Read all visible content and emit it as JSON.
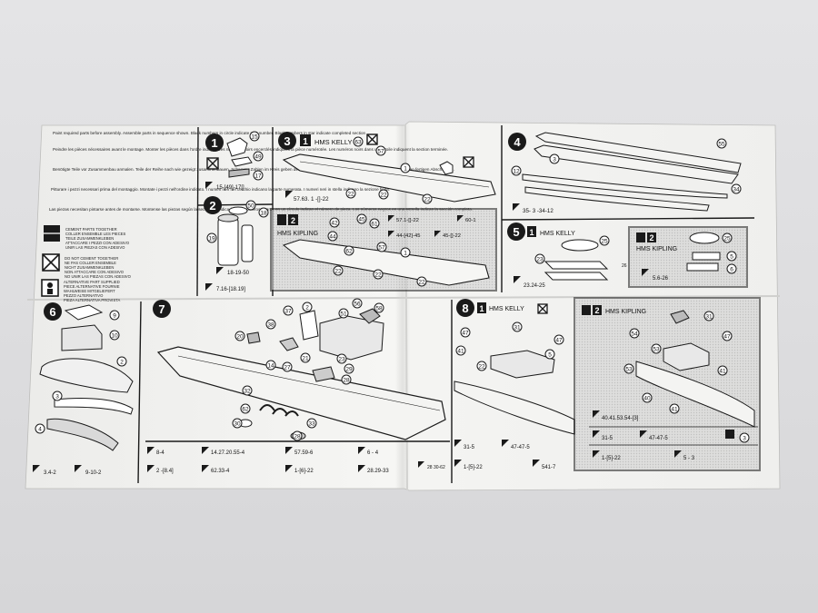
{
  "legend": {
    "intro_en": "Paint required parts before assembly. Assemble parts in sequence shown. Black numbers in circle indicate part number. Black numbers in star indicate completed section",
    "intro_fr": "Peindre les pièces nécessaires avant le montage. Monter les pièces dans l'ordre indiqué. Les numéros noirs encerclés indiquent la pièce numérotée. Les numéros noirs dans une étoile indiquent la section terminée.",
    "intro_de": "Benötigte Teile vor Zusammenbau anmalen. Teile der Reihe nach wie gezeigt zusammenbauen. Schwarze Zahlen im Kreis geben den nummerierten Teil an. Schwarze Zahlen im Stern bezeichnen fertigen Abschnitt an.",
    "intro_it": "Pitturare i pezzi necessari prima del montaggio. Montate i pezzi nell'ordine indicato. I numeri neri nel cerchio indicano la parte numerata. I numeri neri in stella indicano la sezione finita.",
    "intro_es": "Las piezas necesitan pintarse antes de montarse. Montense las piezas según la secuencia indicada. Los números negros en un círculo indican el número de pieza. Los números negros en una estrella indican la sección completa.",
    "cement_lines": [
      "CEMENT PARTS TOGETHER",
      "COLLER ENSEMBLE LES PIECES",
      "TEILE ZUSAMMENKLEBEN",
      "ATTACCARE I PEZZI CON ADESIVO",
      "UNIR LAS PIEZAS CON ADESIVO"
    ],
    "nocement_lines": [
      "DO NOT CEMENT TOGETHER",
      "NE PAS COLLER ENSEMBLE",
      "NICHT ZUSAMMENKLEBEN",
      "NON ATTACCARE CON ADESIVO",
      "NO UNIR LAS PIEZAS CON ADESIVO"
    ],
    "alt_lines": [
      "ALTERNATIVE PART SUPPLIED",
      "PIECE ALTERNATIVE FOURNIE",
      "WAHLWEISE MITGELIEFERT",
      "PEZZO ALTERNATIVO",
      "PIEZA ALTERNATIVA PROVISTA"
    ]
  },
  "steps": {
    "s1": {
      "num": "1",
      "callouts": [
        "15",
        "49",
        "17"
      ],
      "code": "15-[",
      "code_b": "49]-17[",
      "code_c": "]"
    },
    "s2": {
      "num": "2",
      "callouts": [
        "50",
        "18",
        "19"
      ],
      "code_a": "18-19-50",
      "code_b": "7.16-[18.19]"
    },
    "s3": {
      "num": "3",
      "kelly_tag": "1",
      "kelly_name": "HMS KELLY",
      "kipling_tag": "2",
      "kipling_name": "HMS KIPLING",
      "callouts_kelly": [
        "63",
        "57",
        "1",
        "22",
        "22",
        "22"
      ],
      "callouts_kipling": [
        "45",
        "42",
        "44",
        "61",
        "57",
        "22",
        "22",
        "22",
        "1",
        "62"
      ],
      "codes": [
        "57.63.",
        "1",
        "-[",
        "]-22",
        "57.",
        "1",
        "-[",
        "]-22",
        "60-1",
        "44-[",
        "42]-45",
        "45-[",
        "]-22"
      ]
    },
    "s4": {
      "num": "4",
      "callouts": [
        "55",
        "3",
        "12",
        "34"
      ],
      "code_a": "35-",
      "code_b": "3",
      "code_c": "-34-12"
    },
    "s5": {
      "num": "5",
      "kelly_tag": "1",
      "kelly_name": "HMS KELLY",
      "kipling_tag": "2",
      "kipling_name": "HMS KIPLING",
      "callouts": [
        "25",
        "23",
        "26",
        "25",
        "5",
        "6"
      ],
      "code_a": "23.24-25",
      "code_b": "5.6-26"
    },
    "s6": {
      "num": "6",
      "callouts": [
        "9",
        "10",
        "2",
        "3",
        "4"
      ],
      "code_a": "3.4-2",
      "code_b": "9-10-2"
    },
    "s7": {
      "num": "7",
      "callouts": [
        "56",
        "51",
        "58",
        "37",
        "38",
        "20",
        "14",
        "27",
        "21",
        "23",
        "29",
        "28",
        "2",
        "62",
        "30",
        "33",
        "28",
        "32"
      ],
      "codes": [
        "8-",
        "4",
        "14.27.20.55-",
        "4",
        "57.59-",
        "6",
        "6",
        "-",
        "4",
        "2",
        "-[8.",
        "4",
        "]",
        "62.33-",
        "4",
        "1",
        "-[",
        "6",
        "]-22",
        "28.29-33",
        "28 30-62"
      ]
    },
    "s8": {
      "num": "8",
      "kelly_tag": "1",
      "kelly_name": "HMS KELLY",
      "kipling_tag": "2",
      "kipling_name": "HMS KIPLING",
      "callouts": [
        "31",
        "47",
        "41",
        "22",
        "5",
        "47",
        "54",
        "53",
        "31",
        "47",
        "41",
        "40",
        "53",
        "41",
        "3"
      ],
      "codes": [
        "31-",
        "5",
        "47-47-",
        "5",
        "1",
        "-[",
        "5",
        "]-22",
        "5",
        "41-7",
        "40.41.53.54-[",
        "3",
        "]",
        "31-",
        "5",
        "47-47-",
        "5",
        "1",
        "-[",
        "5",
        "]-22",
        "5",
        "-",
        "3"
      ]
    }
  },
  "colors": {
    "ink": "#1a1a1a",
    "paper": "#f3f3f1",
    "shade": "#c8c8c8"
  }
}
